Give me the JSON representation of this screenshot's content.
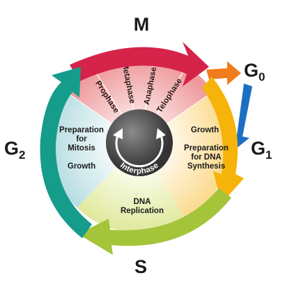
{
  "phases": {
    "m": "M",
    "g0_main": "G",
    "g0_sub": "0",
    "g1_main": "G",
    "g1_sub": "1",
    "s": "S",
    "g2_main": "G",
    "g2_sub": "2"
  },
  "mitosis_stages": [
    "Prophase",
    "Metaphase",
    "Anaphase",
    "Telophase"
  ],
  "g1_text": {
    "growth": "Growth",
    "prep1": "Preparation",
    "prep2": "for DNA",
    "prep3": "Synthesis"
  },
  "g2_text": {
    "prep1": "Preparation",
    "prep2": "for",
    "prep3": "Mitosis",
    "growth": "Growth"
  },
  "s_text": {
    "line1": "DNA",
    "line2": "Replication"
  },
  "center_label": "Interphase",
  "colors": {
    "m_arrow": "#d6234a",
    "g0_arrow": "#f07c1e",
    "g0_return": "#1d6fc4",
    "g1_arrow": "#f6b40a",
    "s_arrow": "#a4c43a",
    "g2_arrow": "#169c8a",
    "mitosis_fill": "#f1a3a6",
    "g1_fill": "#fde9bd",
    "s_fill": "#eaf0b4",
    "g2_fill": "#cde8ea",
    "center": "#5a5a5a"
  }
}
